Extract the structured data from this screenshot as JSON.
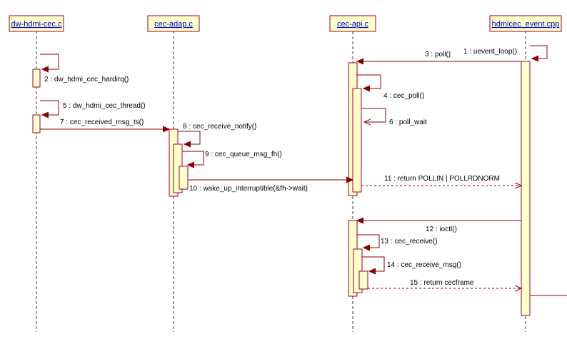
{
  "lifelines": [
    {
      "id": "hdmi",
      "label": "dw-hdmi-cec.c"
    },
    {
      "id": "adap",
      "label": "cec-adap.c"
    },
    {
      "id": "api",
      "label": "cec-api.c"
    },
    {
      "id": "event",
      "label": "hdmicec_event.cpp"
    }
  ],
  "messages": [
    {
      "id": "m1",
      "label": "1 : uevent_loop()"
    },
    {
      "id": "m2",
      "label": "2 : dw_hdmi_cec_hardirq()"
    },
    {
      "id": "m3",
      "label": "3 : poll()"
    },
    {
      "id": "m4",
      "label": "4 : cec_poll()"
    },
    {
      "id": "m5",
      "label": "5 : dw_hdmi_cec_thread()"
    },
    {
      "id": "m6",
      "label": "6 : poll_wait"
    },
    {
      "id": "m7",
      "label": "7 : cec_received_msg_ts()"
    },
    {
      "id": "m8",
      "label": "8 : cec_receive_notify()"
    },
    {
      "id": "m9",
      "label": "9 : cec_queue_msg_fh()"
    },
    {
      "id": "m10",
      "label": "10 : wake_up_interruptible(&fh->wait)"
    },
    {
      "id": "m11",
      "label": "11 : return POLLIN | POLLRDNORM"
    },
    {
      "id": "m12",
      "label": "12 : ioctl()"
    },
    {
      "id": "m13",
      "label": "13 : cec_receive()"
    },
    {
      "id": "m14",
      "label": "14 : cec_receive_msg()"
    },
    {
      "id": "m15",
      "label": "15 : return cecframe"
    }
  ]
}
